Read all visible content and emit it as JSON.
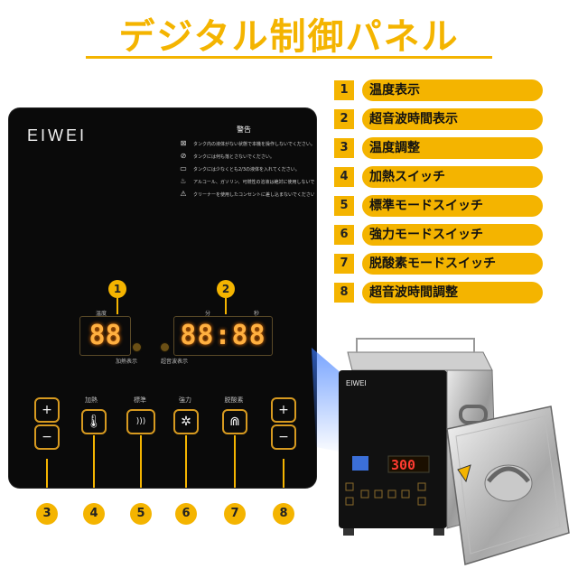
{
  "title": "デジタル制御パネル",
  "colors": {
    "accent": "#f4b400",
    "panel": "#0a0a0a",
    "led": "#ffb040"
  },
  "panel": {
    "brand": "EIWEI",
    "warning_title": "警告",
    "warnings": [
      {
        "icon": "no-liquid-icon",
        "text": "タンク内の液体がない状態で本機を操作しないでください。"
      },
      {
        "icon": "no-water-icon",
        "text": "タンクには何も落とさないでください。"
      },
      {
        "icon": "fill-level-icon",
        "text": "タンクには少なくとも2/3の液体を入れてください。"
      },
      {
        "icon": "flammable-icon",
        "text": "アルコール、ガソリン、可燃性の溶液は絶対に使用しないでください。"
      },
      {
        "icon": "unplug-icon",
        "text": "クリーナーを使用したコンセントに差し込まないでください。"
      }
    ],
    "display_temp": {
      "label": "温度",
      "value": "88",
      "caption": "加熱表示"
    },
    "display_time": {
      "label_min": "分",
      "label_sec": "秒",
      "value": "88:88",
      "caption": "超音波表示"
    },
    "badges": {
      "top1": "1",
      "top2": "2"
    },
    "buttons": {
      "temp_up": "+",
      "temp_down": "−",
      "heat_label": "加熱",
      "standard_label": "標準",
      "power_label": "強力",
      "degas_label": "脱酸素",
      "time_up": "+",
      "time_down": "−"
    },
    "bottom_numbers": [
      "3",
      "4",
      "5",
      "6",
      "7",
      "8"
    ]
  },
  "legend": [
    {
      "num": "1",
      "label": "温度表示"
    },
    {
      "num": "2",
      "label": "超音波時間表示"
    },
    {
      "num": "3",
      "label": "温度調整"
    },
    {
      "num": "4",
      "label": "加熱スイッチ"
    },
    {
      "num": "5",
      "label": "標準モードスイッチ"
    },
    {
      "num": "6",
      "label": "強力モードスイッチ"
    },
    {
      "num": "7",
      "label": "脱酸素モードスイッチ"
    },
    {
      "num": "8",
      "label": "超音波時間調整"
    }
  ],
  "product": {
    "brand": "EIWEI",
    "display_value": "300"
  }
}
